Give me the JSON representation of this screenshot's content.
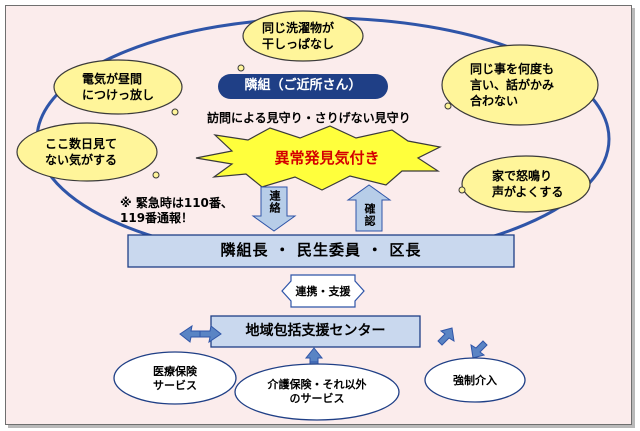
{
  "title_pill": "隣組（ご近所さん）",
  "watch_text": "訪問による見守り・さりげない見守り",
  "alert_burst": "異常発見気付き",
  "emergency_note": "※ 緊急時は110番、\n119番通報！",
  "clouds": {
    "laundry": "同じ洗濯物が\n干しっぱなし",
    "lights": "電気が昼間\nにつけっ放し",
    "absence": "ここ数日見て\nない気がする",
    "repeat": "同じ事を何度も\n言い、話がかみ\n合わない",
    "yelling": "家で怒鳴り\n声がよくする"
  },
  "arrow_down_label": "連絡",
  "arrow_up_label": "確認",
  "leaders_box": "隣組長 ・ 民生委員 ・ 区長",
  "cooperation_label": "連携・支援",
  "center_box": "地域包括支援センター",
  "services": {
    "medical": "医療保険\nサービス",
    "care": "介護保険・それ以外\nのサービス",
    "forced": "強制介入"
  },
  "colors": {
    "frame_bg": "#fbecec",
    "cloud_fill": "#fff59a",
    "burst_fill": "#ffff3c",
    "pill_fill": "#1f3f86",
    "box_fill": "#c9d8ee",
    "arrow_fill": "#b7cde8",
    "ring_stroke": "#2f55a8",
    "alert_text": "#d40000"
  }
}
